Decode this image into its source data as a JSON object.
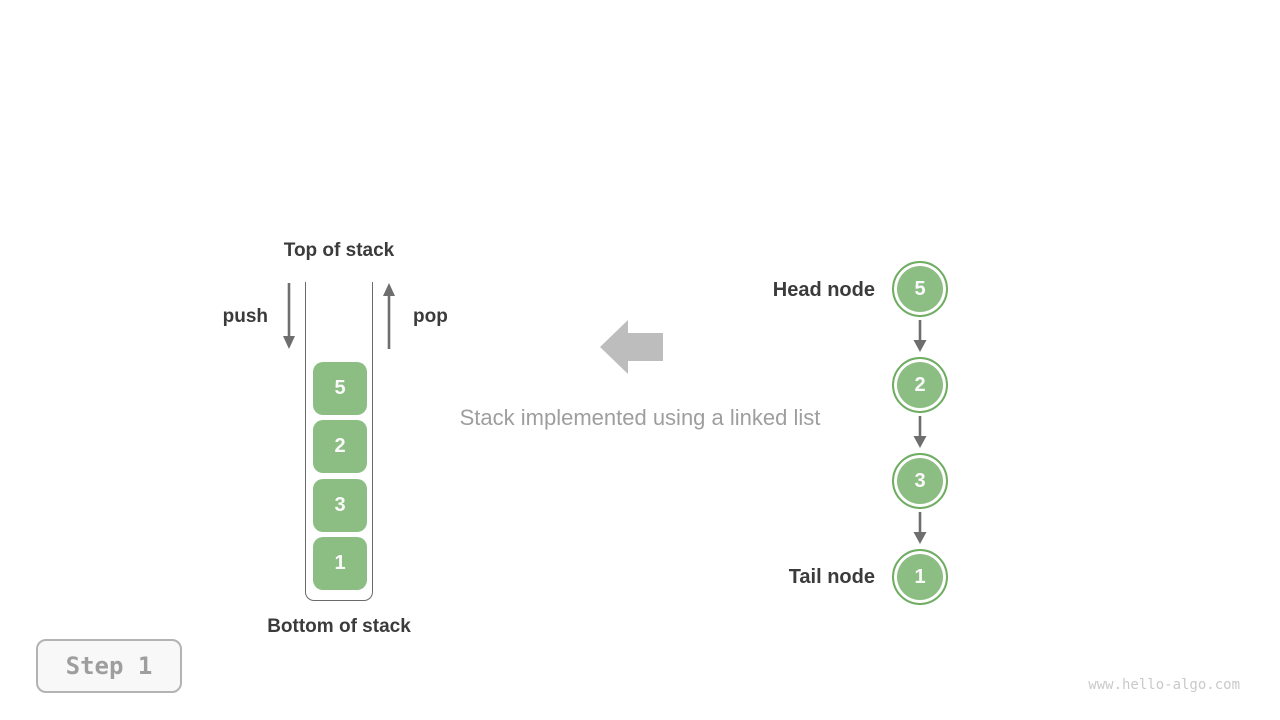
{
  "figure": {
    "caption": "Stack implemented using a linked list",
    "step_label": "Step 1",
    "watermark": "www.hello-algo.com"
  },
  "stack": {
    "top_label": "Top of stack",
    "bottom_label": "Bottom of stack",
    "push_label": "push",
    "pop_label": "pop",
    "items": [
      "5",
      "2",
      "3",
      "1"
    ]
  },
  "linked_list": {
    "head_label": "Head node",
    "tail_label": "Tail node",
    "nodes": [
      "5",
      "2",
      "3",
      "1"
    ]
  },
  "colors": {
    "node_fill": "#8cbe84",
    "node_border": "#6fad61",
    "arrow_gray": "#6e6e6e",
    "big_arrow_gray": "#bdbdbd",
    "text_dark": "#3b3b3b",
    "text_gray": "#9e9e9e",
    "watermark_gray": "#c9c9c9"
  }
}
